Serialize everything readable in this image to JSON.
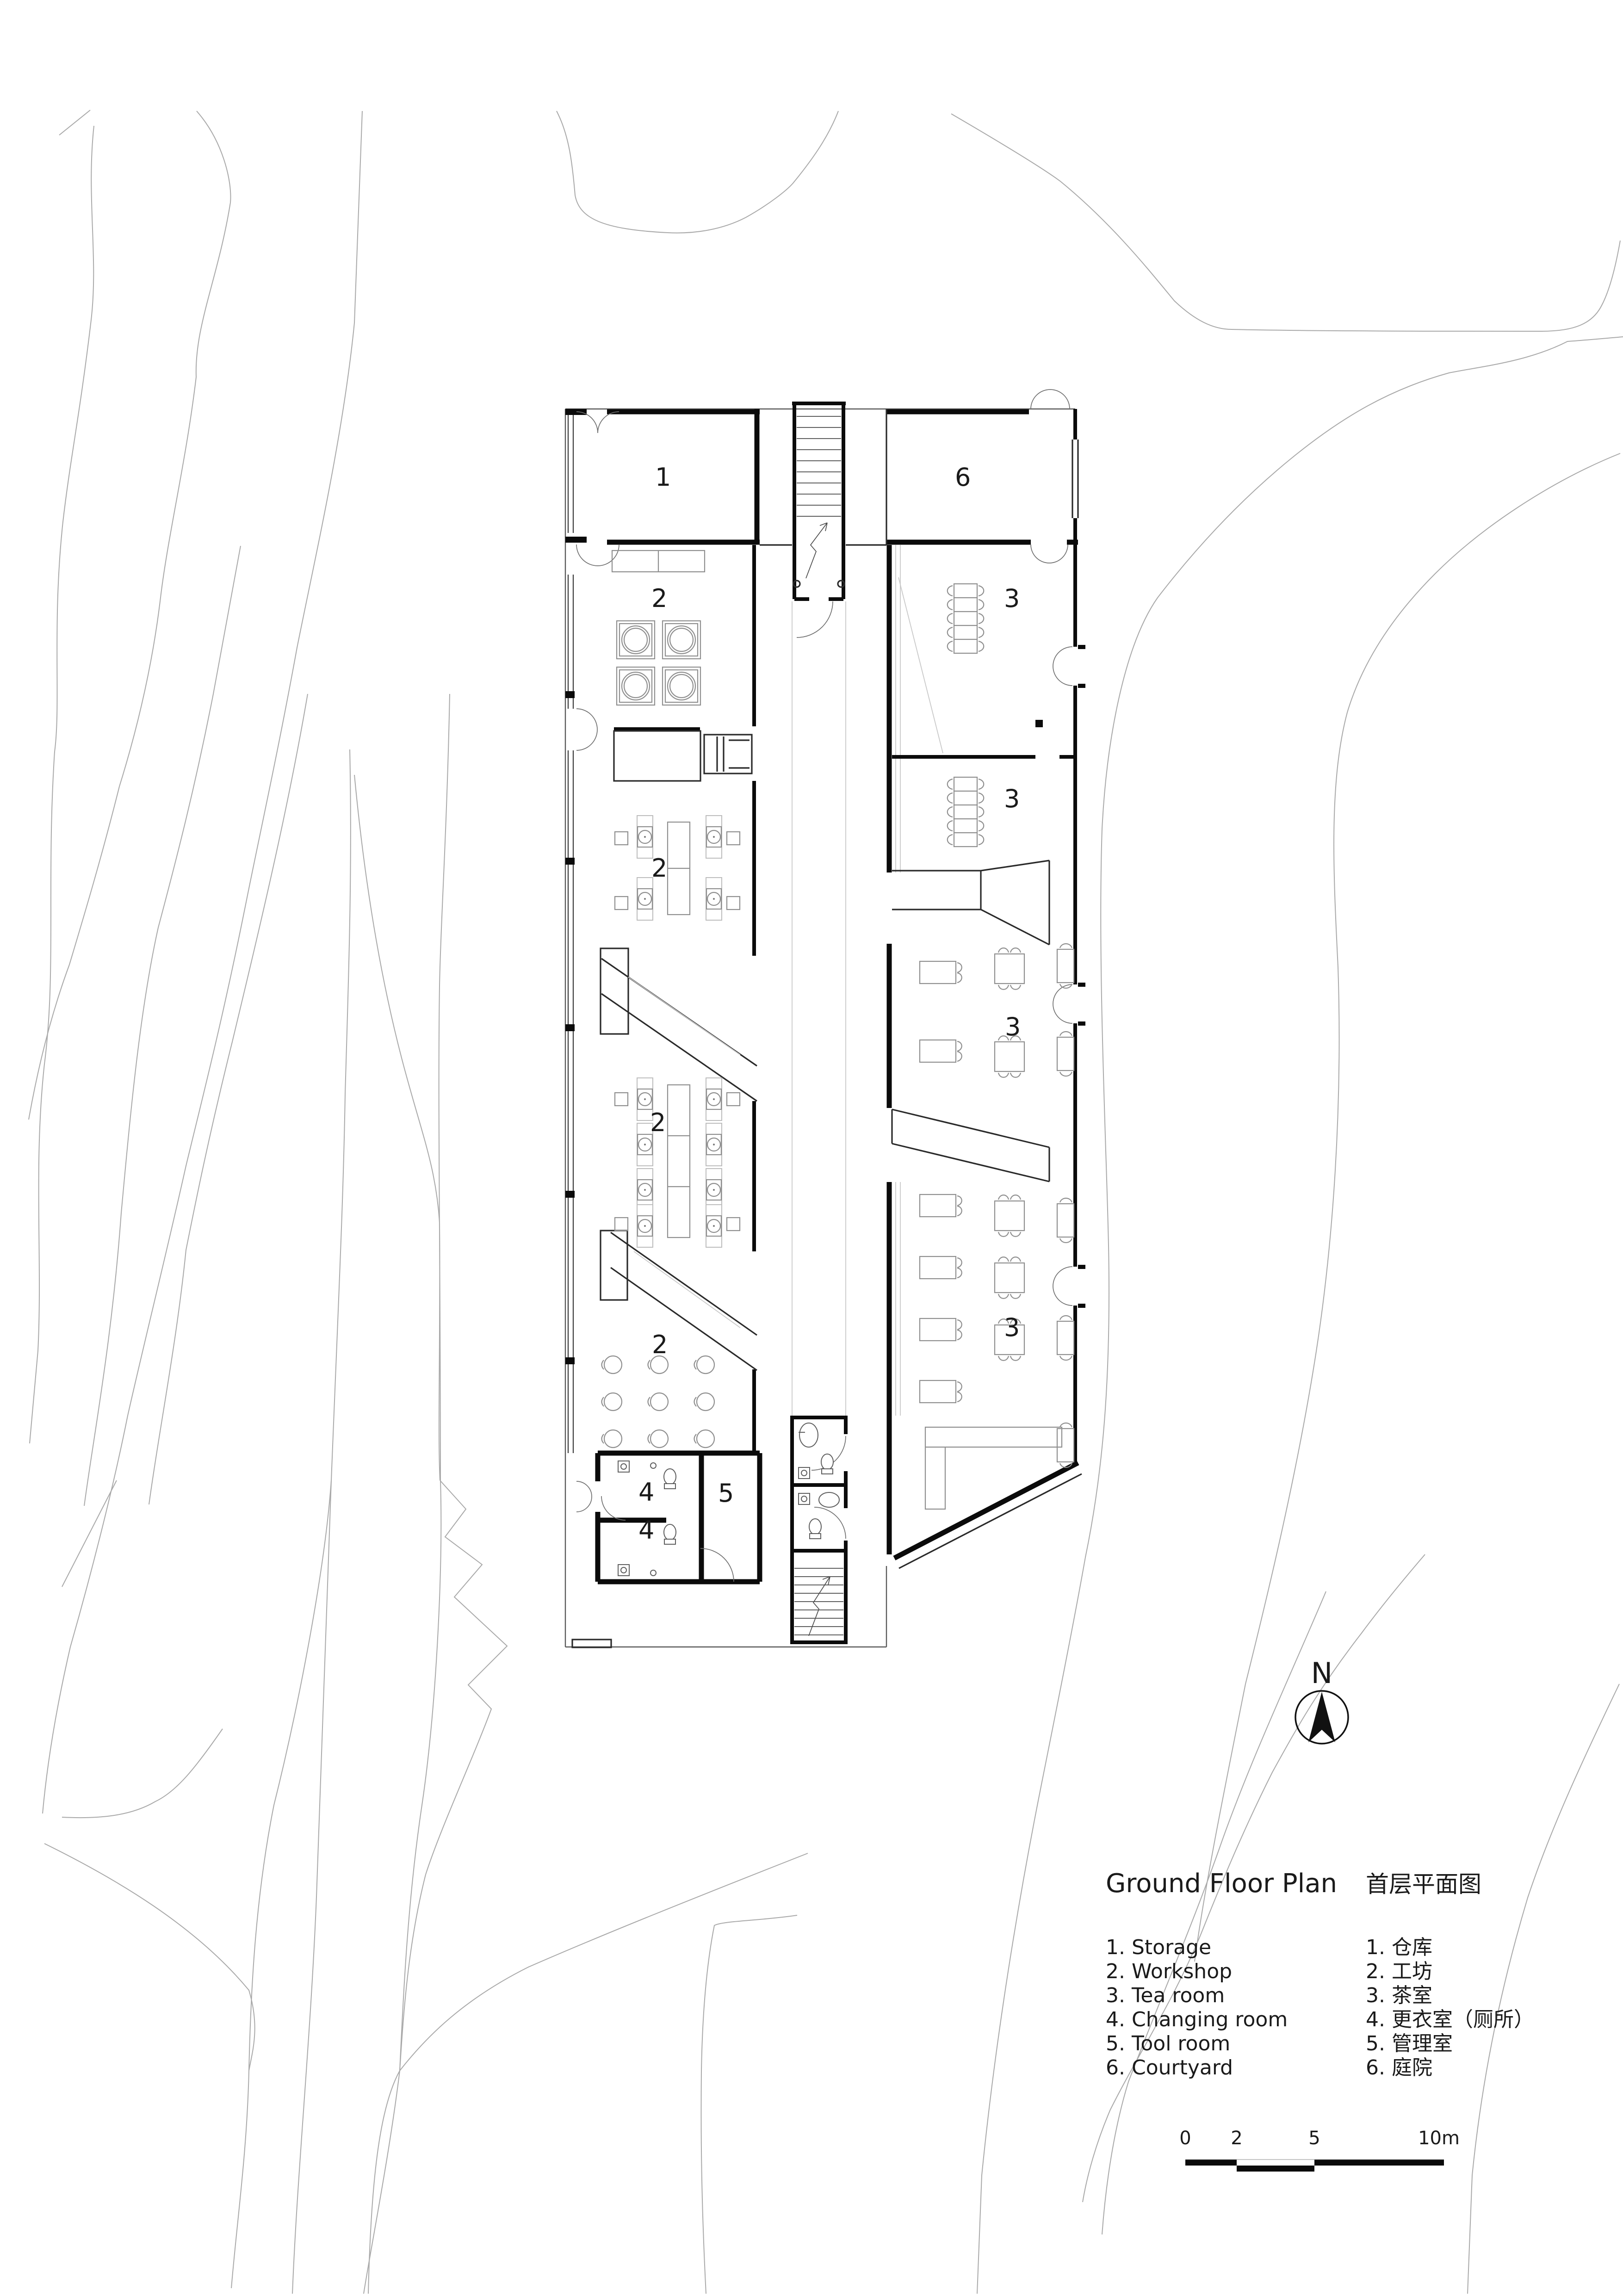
{
  "title": {
    "en": "Ground Floor Plan",
    "zh": "首层平面图"
  },
  "legend": {
    "items_en": [
      "1. Storage",
      "2. Workshop",
      "3. Tea room",
      "4. Changing room",
      "5. Tool room",
      "6. Courtyard"
    ],
    "items_zh": [
      "1. 仓库",
      "2. 工坊",
      "3. 茶室",
      "4. 更衣室（厕所）",
      "5. 管理室",
      "6. 庭院"
    ]
  },
  "north": {
    "label": "N"
  },
  "scale_bar": {
    "ticks": [
      "0",
      "2",
      "5",
      "10m"
    ]
  },
  "plan": {
    "room_labels": [
      {
        "room": "storage",
        "text": "1"
      },
      {
        "room": "courtyard",
        "text": "6"
      },
      {
        "room": "workshop-a",
        "text": "2"
      },
      {
        "room": "tea-room-a",
        "text": "3"
      },
      {
        "room": "tea-room-b",
        "text": "3"
      },
      {
        "room": "workshop-b",
        "text": "2"
      },
      {
        "room": "workshop-c",
        "text": "2"
      },
      {
        "room": "tea-room-c",
        "text": "3"
      },
      {
        "room": "tea-room-d",
        "text": "3"
      },
      {
        "room": "workshop-d",
        "text": "2"
      },
      {
        "room": "changing-room-upper",
        "text": "4"
      },
      {
        "room": "changing-room-lower",
        "text": "4"
      },
      {
        "room": "tool-room",
        "text": "5"
      }
    ],
    "colors": {
      "wall": "#0b0b0b",
      "contour": "#a9a9a9",
      "furniture": "#8f8f8f"
    }
  }
}
